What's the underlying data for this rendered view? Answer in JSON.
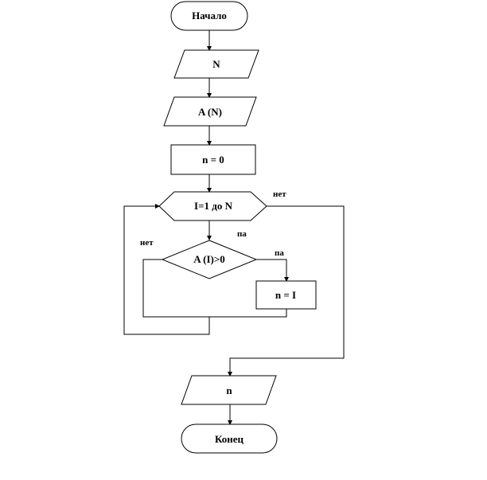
{
  "flowchart": {
    "nodes": {
      "start": "Начало",
      "input_n": "N",
      "input_array": "A (N)",
      "init": "n = 0",
      "loop": "I=1 до N",
      "condition": "A (I)>0",
      "assign": "n = I",
      "output": "n",
      "end": "Конец"
    },
    "branch_labels": {
      "loop_exit": "нет",
      "loop_body": "па",
      "condition_yes": "па",
      "condition_no": "нет"
    }
  }
}
